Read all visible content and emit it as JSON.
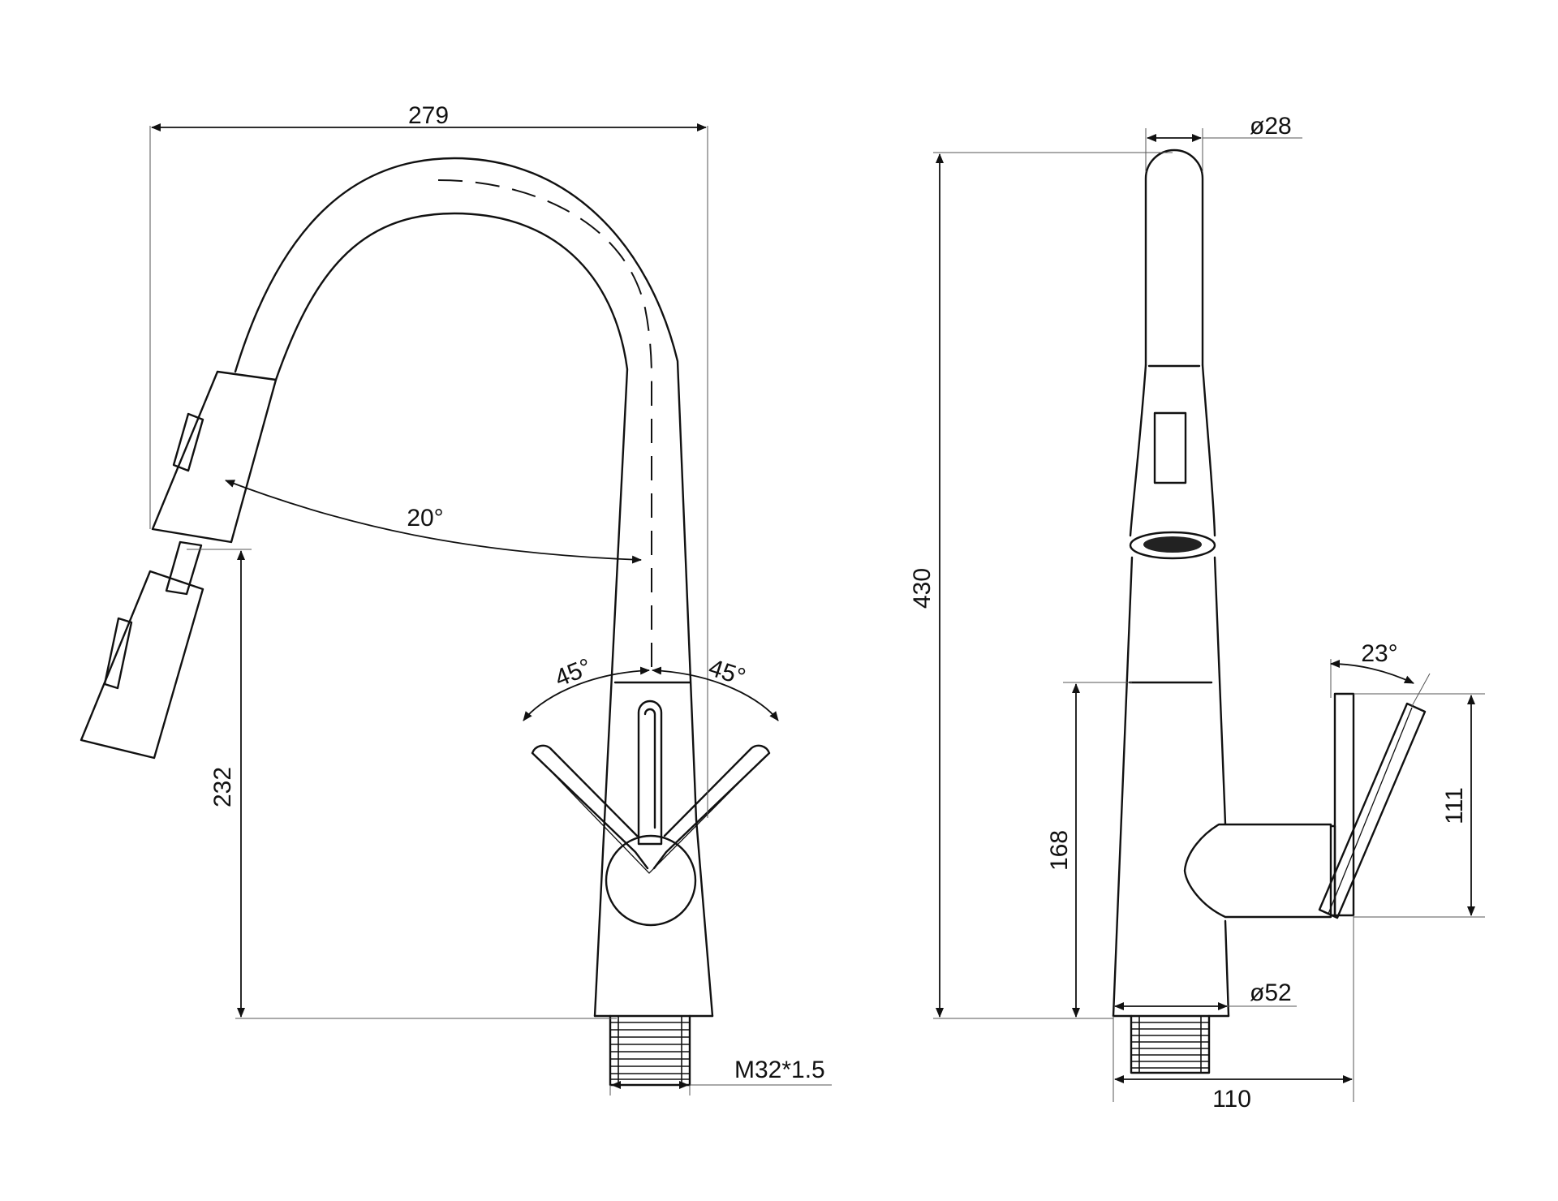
{
  "front_view": {
    "width_label": "279",
    "height_label": "232",
    "spray_angle_label": "20°",
    "handle_left_angle_label": "45°",
    "handle_right_angle_label": "45°",
    "thread_label": "M32*1.5"
  },
  "side_view": {
    "spout_diameter_label": "ø28",
    "total_height_label": "430",
    "handle_height_label": "168",
    "handle_angle_label": "23°",
    "lever_height_label": "111",
    "base_diameter_label": "ø52",
    "depth_label": "110"
  }
}
